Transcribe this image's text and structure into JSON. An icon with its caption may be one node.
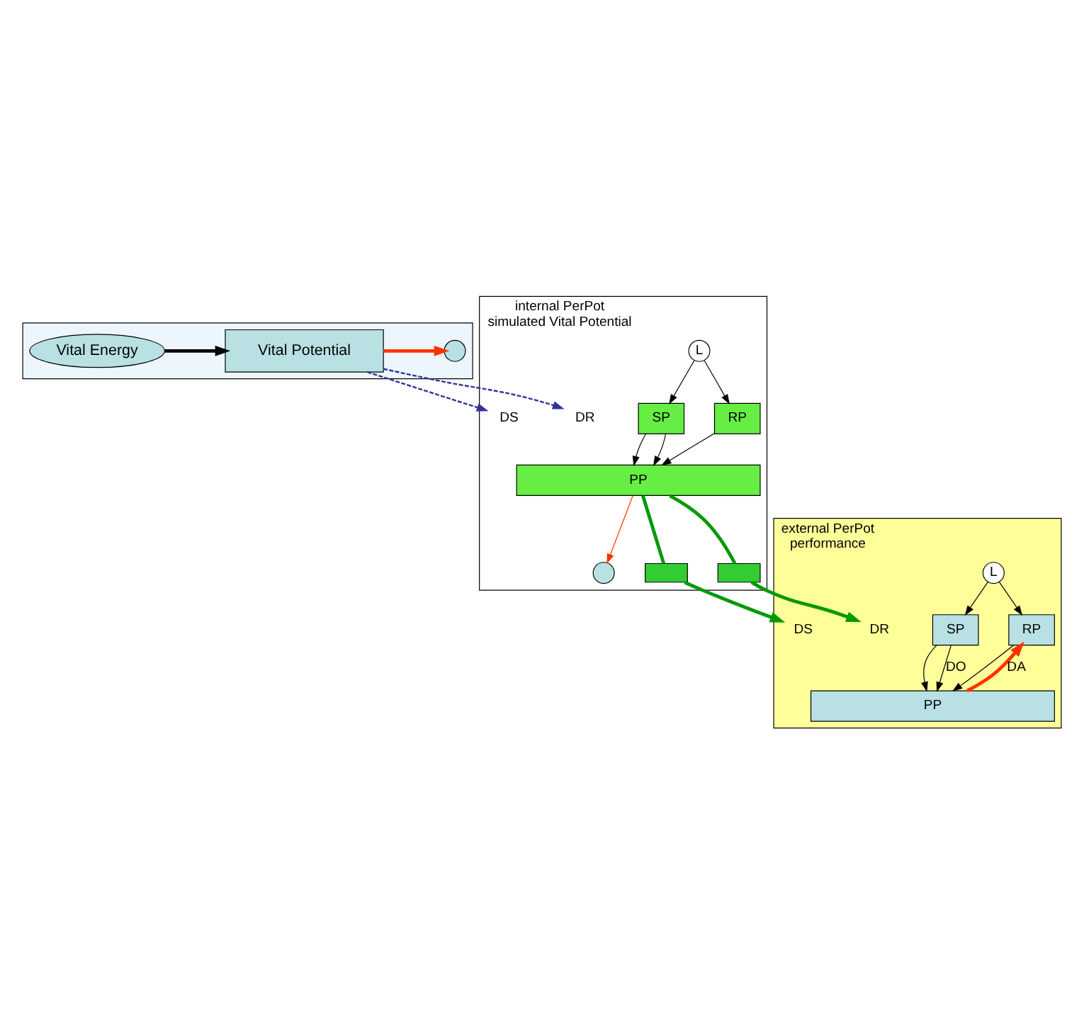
{
  "diagram": {
    "nodes": [
      {
        "text": [],
        "shape": "box"
      },
      {
        "text": [
          "Vital Energy"
        ],
        "in": 0
      },
      {
        "text": [
          "Vital Potential"
        ],
        "in": 0
      },
      {
        "text": [],
        "shape": "circle",
        "in": 0
      },
      {
        "text": [
          "internal PerPot",
          "simulated Vital Potential"
        ]
      },
      {
        "text": [
          "L"
        ],
        "in": 4
      },
      {
        "text": [
          "SP"
        ],
        "in": 4
      },
      {
        "text": [
          "DS"
        ],
        "in": 4
      },
      {
        "text": [
          "DR"
        ],
        "in": 4
      },
      {
        "text": [
          "RP"
        ],
        "in": 4
      },
      {
        "text": [
          "PP"
        ],
        "in": 4
      },
      {
        "text": [],
        "shape": "circle",
        "in": 4
      },
      {
        "text": [],
        "shape": "box",
        "in": 4
      },
      {
        "text": [],
        "shape": "box",
        "in": 4
      },
      {
        "text": [
          "external PerPot",
          "performance"
        ]
      },
      {
        "text": [
          "L"
        ],
        "in": 14
      },
      {
        "text": [
          "SP"
        ],
        "in": 14
      },
      {
        "text": [
          "DS"
        ],
        "in": 14
      },
      {
        "text": [
          "DR"
        ],
        "in": 14
      },
      {
        "text": [
          "RP"
        ],
        "in": 14
      },
      {
        "text": [
          "PP"
        ],
        "in": 14
      }
    ],
    "edges": [
      {
        "from": 1,
        "to": 2,
        "arrow": "to",
        "style": "thick"
      },
      {
        "from": 2,
        "to": 3,
        "arrow": "to",
        "style": "thick",
        "color": "#ff3300"
      },
      {
        "from": 2,
        "to": 7,
        "arrow": "to",
        "style": "dashed",
        "color": "#333399"
      },
      {
        "from": 2,
        "to": 8,
        "arrow": "to",
        "style": "dashed",
        "color": "#333399"
      },
      {
        "from": 5,
        "to": 6,
        "arrow": "to"
      },
      {
        "from": 5,
        "to": 9,
        "arrow": "to"
      },
      {
        "from": 6,
        "to": 10,
        "arrow": "to"
      },
      {
        "from": 9,
        "to": 10,
        "arrow": "to"
      },
      {
        "from": 6,
        "to": 10,
        "arrow": "to"
      },
      {
        "from": 10,
        "to": 11,
        "arrow": "to",
        "color": "#ff3300"
      },
      {
        "from": 10,
        "to": 12,
        "arrow": "none",
        "style": "thick",
        "color": "#009900"
      },
      {
        "from": 10,
        "to": 13,
        "arrow": "none",
        "style": "thick",
        "color": "#009900"
      },
      {
        "from": 12,
        "to": 17,
        "arrow": "to",
        "style": "thick",
        "color": "#009900"
      },
      {
        "from": 13,
        "to": 18,
        "arrow": "to",
        "style": "thick",
        "color": "#009900"
      },
      {
        "from": 15,
        "to": 16,
        "arrow": "to"
      },
      {
        "from": 15,
        "to": 19,
        "arrow": "to"
      },
      {
        "from": 16,
        "to": 20,
        "arrow": "to"
      },
      {
        "from": 19,
        "to": 20,
        "arrow": "to"
      },
      {
        "from": 16,
        "to": 20,
        "arrow": "to",
        "label": "DO"
      },
      {
        "from": 20,
        "to": 19,
        "arrow": "to",
        "label": "DA",
        "style": "thick",
        "color": "#ff3300"
      }
    ]
  }
}
